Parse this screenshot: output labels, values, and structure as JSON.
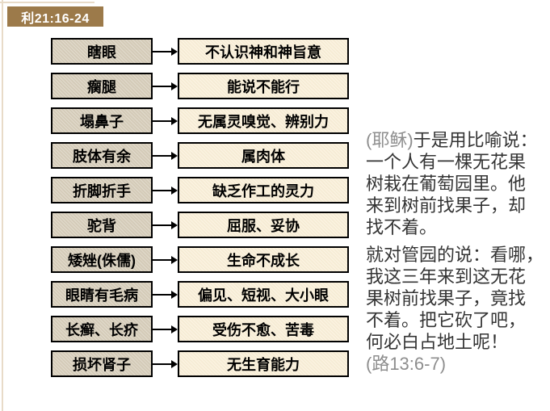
{
  "badge": {
    "label": "利21:16-24"
  },
  "colors": {
    "badge_bg": "#9c7a4a",
    "left_box_bg": "#d8cfbc",
    "right_box_bg": "#faf0d8",
    "frame": "#e8dbc8"
  },
  "rows": [
    {
      "left": "瞎眼",
      "right": "不认识神和神旨意"
    },
    {
      "left": "瘸腿",
      "right": "能说不能行"
    },
    {
      "left": "塌鼻子",
      "right": "无属灵嗅觉、辨别力"
    },
    {
      "left": "肢体有余",
      "right": "属肉体"
    },
    {
      "left": "折脚折手",
      "right": "缺乏作工的灵力"
    },
    {
      "left": "驼背",
      "right": "屈服、妥协"
    },
    {
      "left": "矮矬(侏儒)",
      "right": "生命不成长"
    },
    {
      "left": "眼睛有毛病",
      "right": "偏见、短视、大小眼"
    },
    {
      "left": "长癣、长疥",
      "right": "受伤不愈、苦毒"
    },
    {
      "left": "损坏肾子",
      "right": "无生育能力"
    }
  ],
  "side_text": {
    "para1_prefix": "(耶稣)",
    "para1_first_line": "于是用比喻说：",
    "para1_rest_lines": [
      "一个人有一棵无花果",
      "树栽在葡萄园里。他",
      "来到树前找果子，却",
      "找不着。"
    ],
    "para2_lines": [
      "就对管园的说：看哪，",
      "我这三年来到这无花",
      "果树前找果子，竟找",
      "不着。把它砍了吧，",
      "何必白占地土呢！"
    ],
    "reference": "(路13:6-7)"
  }
}
